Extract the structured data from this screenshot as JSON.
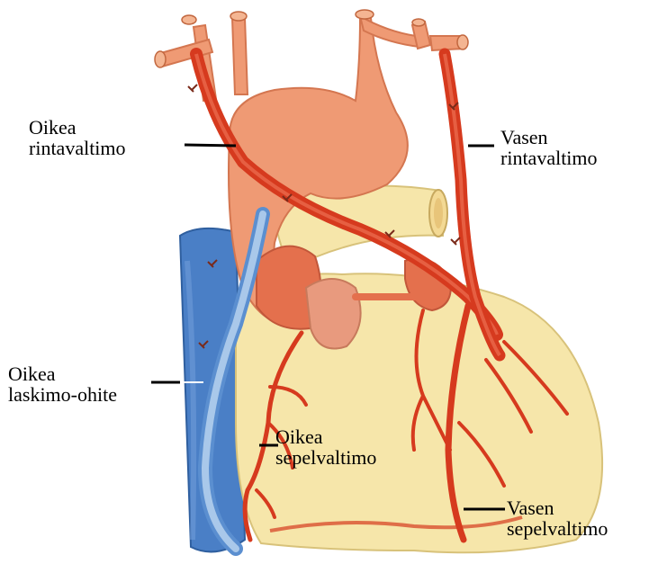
{
  "labels": {
    "right_internal_thoracic": {
      "line1": "Oikea",
      "line2": "rintavaltimo"
    },
    "left_internal_thoracic": {
      "line1": "Vasen",
      "line2": "rintavaltimo"
    },
    "right_vein_bypass": {
      "line1": "Oikea",
      "line2": "laskimo-ohite"
    },
    "right_coronary": {
      "line1": "Oikea",
      "line2": "sepelvaltimo"
    },
    "left_coronary": {
      "line1": "Vasen",
      "line2": "sepelvaltimo"
    }
  },
  "colors": {
    "background": "#ffffff",
    "heart_muscle": "#f6e6aa",
    "aorta": "#ef9a74",
    "artery": "#d63a1e",
    "vein": "#4a7fc6",
    "vein_graft": "#8fb6de",
    "leader_line": "#000000"
  }
}
